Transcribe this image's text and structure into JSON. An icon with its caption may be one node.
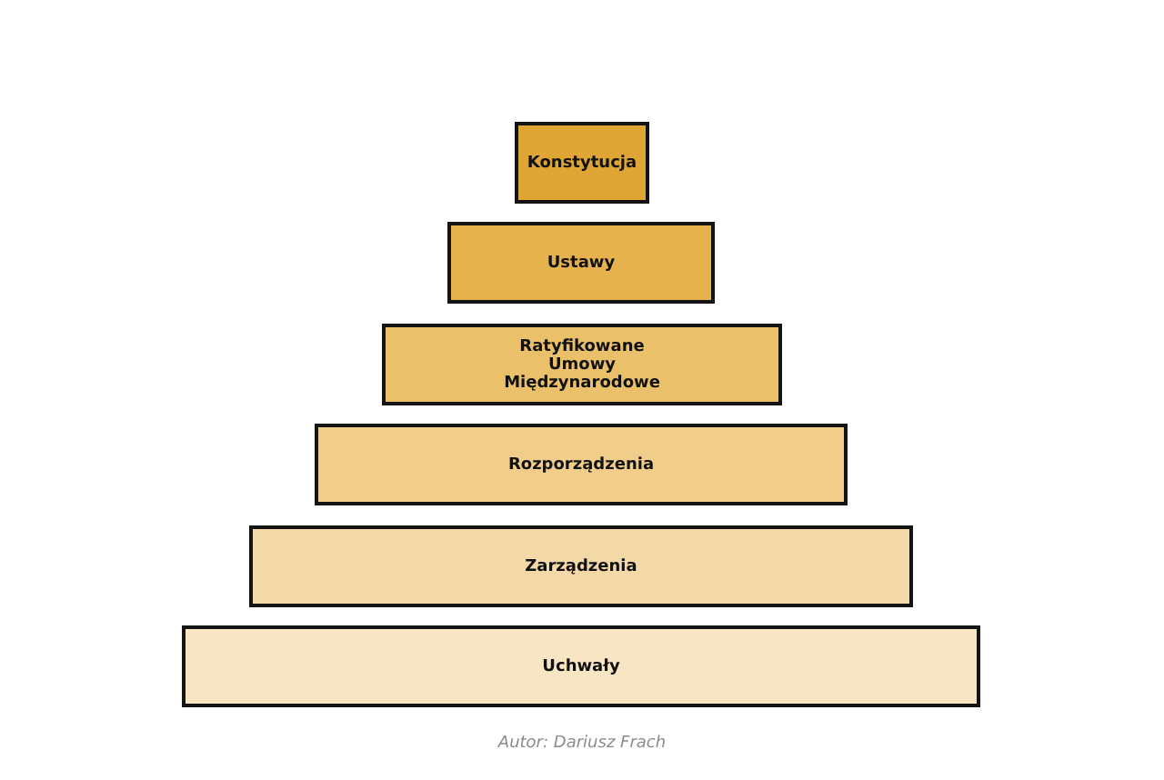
{
  "diagram": {
    "caption": "Autor: Dariusz Frach",
    "nodes": [
      {
        "text": [
          "Konstytucja"
        ]
      },
      {
        "text": [
          "Ustawy"
        ]
      },
      {
        "text": [
          "Ratyfikowane Umowy Międzynarodowe"
        ]
      },
      {
        "text": [
          "Rozporządzenia"
        ]
      },
      {
        "text": [
          "Zarządzenia"
        ]
      },
      {
        "text": [
          "Uchwały"
        ]
      }
    ]
  }
}
